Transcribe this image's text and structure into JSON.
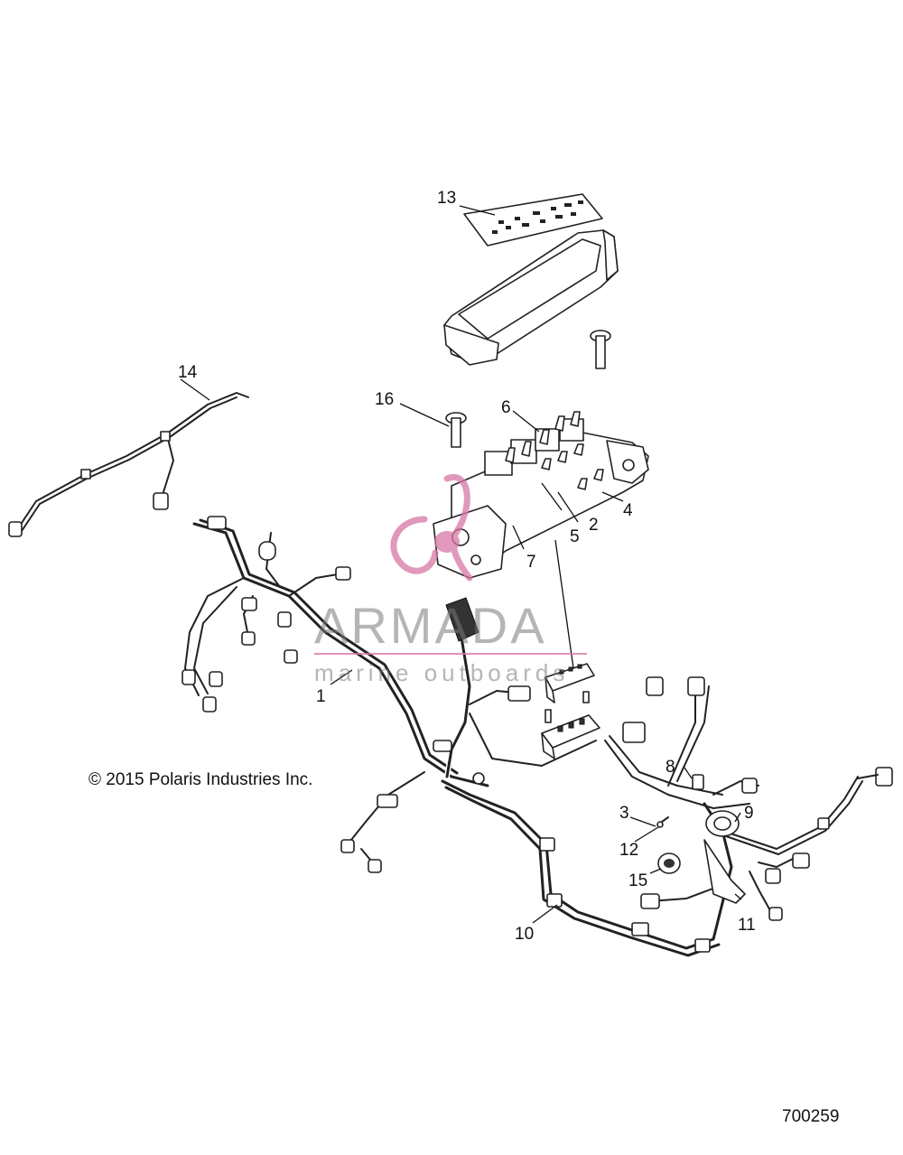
{
  "callouts": {
    "c1": "1",
    "c2": "2",
    "c3": "3",
    "c4": "4",
    "c5": "5",
    "c6": "6",
    "c7": "7",
    "c8": "8",
    "c9": "9",
    "c10": "10",
    "c11": "11",
    "c12": "12",
    "c13": "13",
    "c14": "14",
    "c15": "15",
    "c16": "16"
  },
  "copyright": "© 2015 Polaris Industries Inc.",
  "figure_number": "700259",
  "watermark": {
    "name": "ARMADA",
    "tagline": "marine outboards",
    "accent_color": "#d877a5",
    "text_color": "#787878"
  }
}
